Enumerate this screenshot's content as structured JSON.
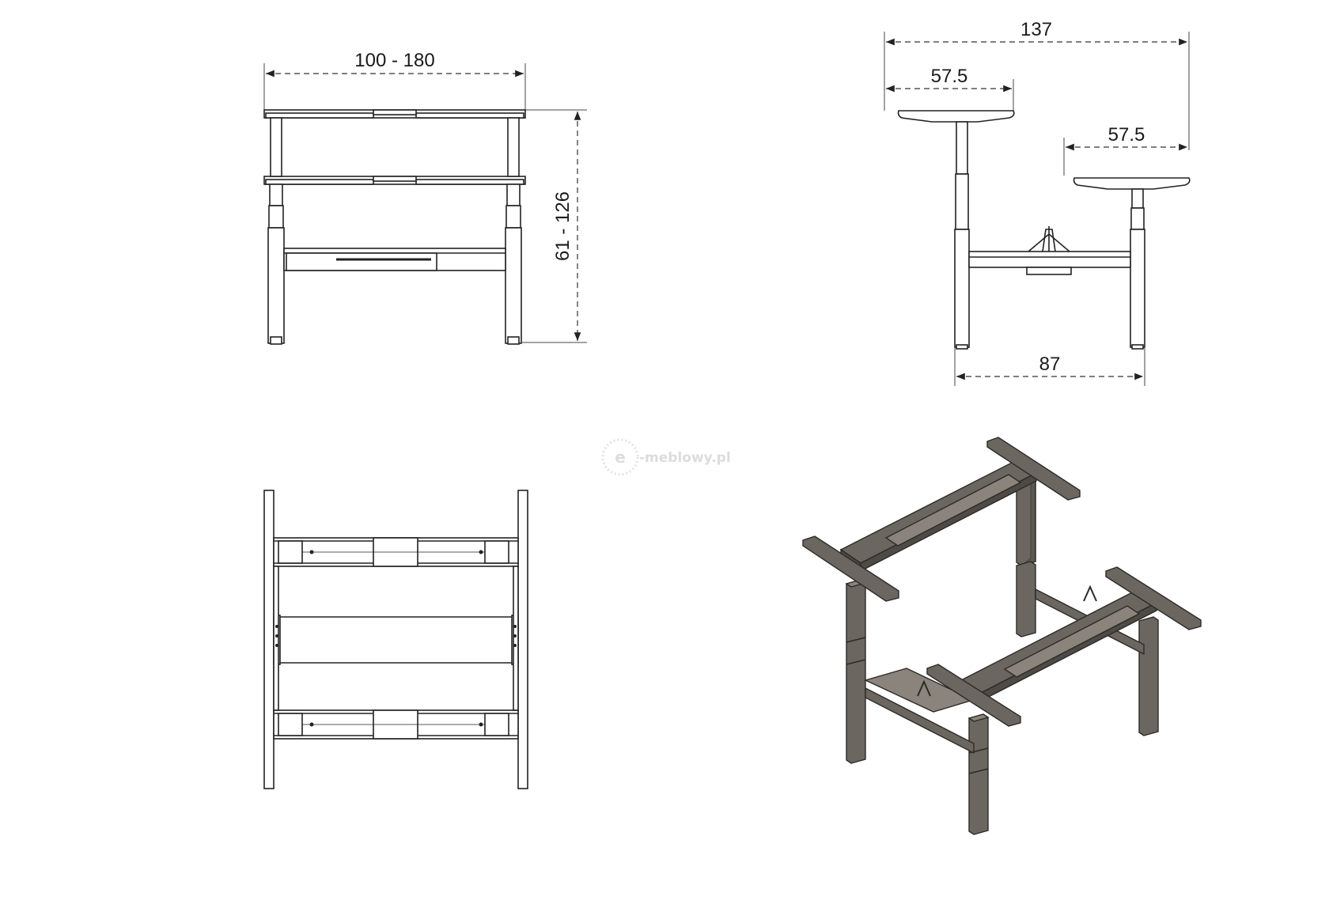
{
  "dimensions": {
    "front_width": "100 - 180",
    "front_height": "61 - 126",
    "side_overall": "137",
    "side_top_left": "57.5",
    "side_top_right": "57.5",
    "side_base": "87"
  },
  "watermark": {
    "brand": "-meblowy.pl",
    "letter": "e"
  },
  "colors": {
    "line": "#222222",
    "frame_metal": "#6b6660",
    "background": "#ffffff"
  }
}
